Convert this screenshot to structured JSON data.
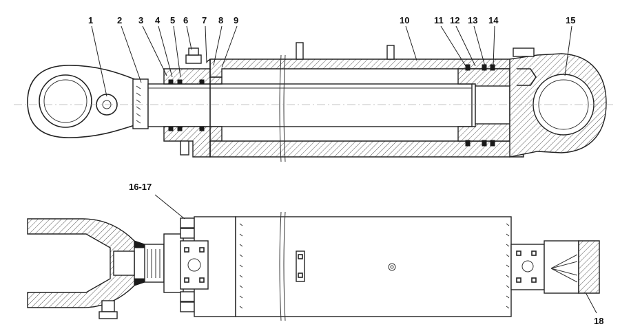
{
  "diagram": {
    "callouts": {
      "c1": "1",
      "c2": "2",
      "c3": "3",
      "c4": "4",
      "c5": "5",
      "c6": "6",
      "c7": "7",
      "c8": "8",
      "c9": "9",
      "c10": "10",
      "c11": "11",
      "c12": "12",
      "c13": "13",
      "c14": "14",
      "c15": "15",
      "c16": "16-17",
      "c18": "18"
    },
    "colors": {
      "ink": "#222222",
      "background": "#ffffff"
    }
  }
}
